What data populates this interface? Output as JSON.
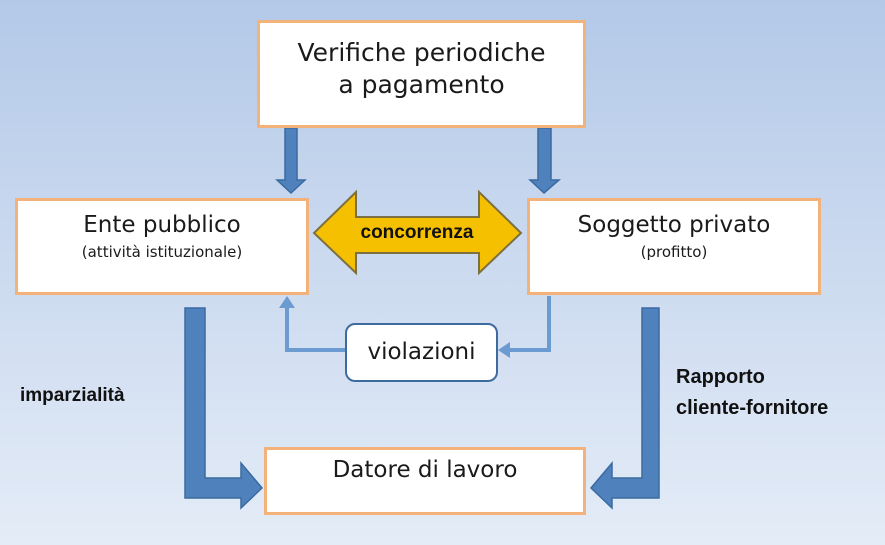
{
  "nodes": {
    "top": {
      "line1": "Verifiche periodiche",
      "line2": "a pagamento"
    },
    "public": {
      "title": "Ente pubblico",
      "subtitle": "(attività istituzionale)"
    },
    "private": {
      "title": "Soggetto privato",
      "subtitle": "(profitto)"
    },
    "violations": {
      "label": "violazioni"
    },
    "employer": {
      "label": "Datore di lavoro"
    }
  },
  "edges": {
    "competition": "concorrenza",
    "impartiality": "imparzialità",
    "relationship": {
      "line1": "Rapporto",
      "line2": "cliente-fornitore"
    }
  },
  "colors": {
    "box_border": "#f2b27a",
    "arrow_blue": "#4f81bd",
    "arrow_yellow": "#f5c000"
  }
}
